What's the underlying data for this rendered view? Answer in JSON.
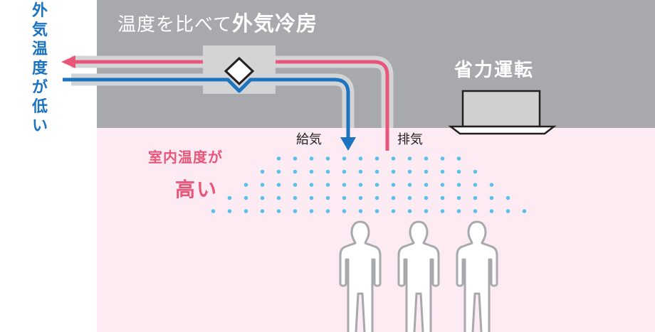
{
  "title": {
    "lead": "温度を比べて",
    "strong": "外気冷房"
  },
  "unit_label": "省力運転",
  "supply_label": "給気",
  "exhaust_label": "排気",
  "indoor_label": {
    "line1": "室内温度が",
    "line2": "高い"
  },
  "outdoor_label": "外気温度が低い",
  "colors": {
    "ceiling": "#a7a9ac",
    "room": "#fcebf3",
    "duct": "#d3d4d6",
    "supply_line": "#1c73c0",
    "exhaust_line": "#e8577a",
    "airflow_dots": "#5bc0ea",
    "person_outline": "#a7a9ac"
  },
  "icons": [
    "heat-exchanger-icon",
    "ceiling-ac-unit-icon",
    "person-icon",
    "airflow-dots-icon"
  ],
  "airflow_dot_rows": [
    12,
    14,
    16,
    18,
    20
  ],
  "people_count": 3
}
